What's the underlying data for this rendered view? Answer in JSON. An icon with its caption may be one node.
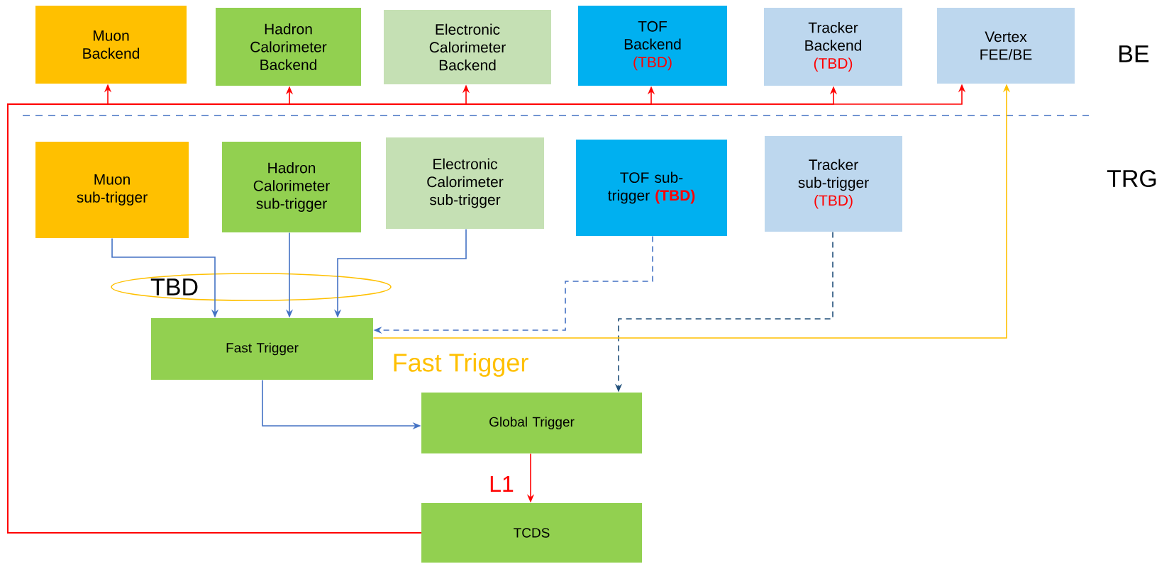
{
  "diagram": {
    "nodes": [
      {
        "text": [
          "Muon Backend"
        ]
      },
      {
        "text": [
          "Hadron Calorimeter Backend"
        ]
      },
      {
        "text": [
          "Electronic Calorimeter Backend"
        ]
      },
      {
        "text": [
          "TOF Backend",
          "(TBD)"
        ]
      },
      {
        "text": [
          "Tracker Backend",
          "(TBD)"
        ]
      },
      {
        "text": [
          "Vertex FEE/BE"
        ]
      },
      {
        "text": [
          "Muon sub-trigger"
        ]
      },
      {
        "text": [
          "Hadron Calorimeter sub-trigger"
        ]
      },
      {
        "text": [
          "Electronic Calorimeter sub-trigger"
        ]
      },
      {
        "text": [
          "TOF sub-trigger",
          "(TBD)"
        ]
      },
      {
        "text": [
          "Tracker sub-trigger",
          "(TBD)"
        ]
      },
      {
        "text": [
          "Fast Trigger"
        ]
      },
      {
        "text": [
          "Global Trigger"
        ]
      },
      {
        "text": [
          "TCDS"
        ]
      }
    ],
    "edges": [
      {
        "from": 13,
        "to": 0,
        "arrow": "to"
      },
      {
        "from": 13,
        "to": 1,
        "arrow": "to"
      },
      {
        "from": 13,
        "to": 2,
        "arrow": "to"
      },
      {
        "from": 13,
        "to": 3,
        "arrow": "to"
      },
      {
        "from": 13,
        "to": 4,
        "arrow": "to"
      },
      {
        "from": 13,
        "to": 5,
        "arrow": "to"
      },
      {
        "from": 6,
        "to": 11,
        "arrow": "to",
        "color": "#4472c4"
      },
      {
        "from": 7,
        "to": 11,
        "arrow": "to",
        "color": "#4472c4"
      },
      {
        "from": 8,
        "to": 11,
        "arrow": "to",
        "color": "#4472c4"
      },
      {
        "from": 9,
        "to": 11,
        "arrow": "to",
        "style": "dashed",
        "color": "#4472c4"
      },
      {
        "from": 10,
        "to": 12,
        "arrow": "to",
        "style": "dashed",
        "color": "#1f4e79"
      },
      {
        "from": 11,
        "to": 12,
        "arrow": "to",
        "color": "#4472c4"
      },
      {
        "from": 11,
        "to": 5,
        "arrow": "to",
        "label": "Fast Trigger",
        "color": "#ffc000"
      },
      {
        "from": 12,
        "to": 13,
        "arrow": "to",
        "label": "L1"
      }
    ],
    "labels": [
      "BE",
      "TRG",
      "TBD"
    ]
  }
}
